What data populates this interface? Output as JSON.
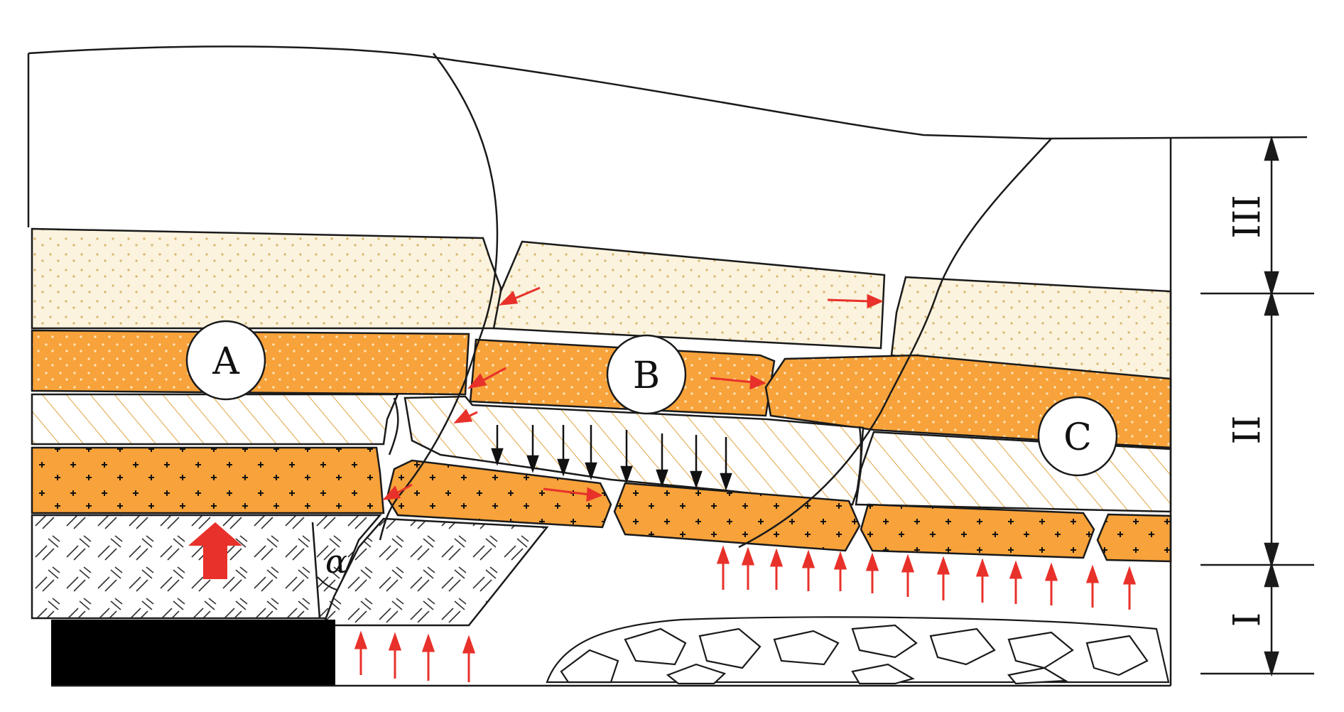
{
  "blocks": {
    "a": "A",
    "b": "B",
    "c": "C"
  },
  "zones": {
    "upper": "III",
    "middle": "II",
    "lower": "I"
  },
  "angle_symbol": "α",
  "colors": {
    "sandstone_fill": "#fbf3de",
    "orange_fill": "#f7a23a",
    "hatch_line": "#e0a440",
    "outline": "#1a1a1a",
    "stress_arrow": "#e8312a",
    "coal_seam": "#000000"
  }
}
